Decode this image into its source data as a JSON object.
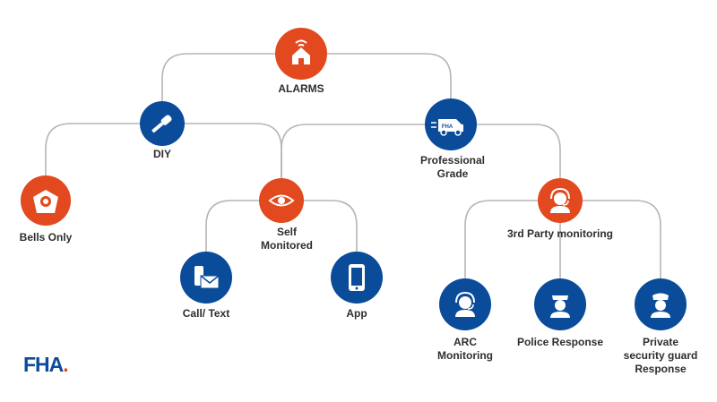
{
  "colors": {
    "orange": "#e2491e",
    "blue": "#0a4b9a",
    "line": "#b5b5b5"
  },
  "nodes": {
    "alarms": {
      "label": "ALARMS",
      "color": "orange",
      "icon": "house-wifi-icon"
    },
    "diy": {
      "label": "DIY",
      "color": "blue",
      "icon": "screwdriver-icon"
    },
    "professional": {
      "label": "Professional\nGrade",
      "color": "blue",
      "icon": "van-icon",
      "van_text": "FHA"
    },
    "bells_only": {
      "label": "Bells Only",
      "color": "orange",
      "icon": "bell-box-icon"
    },
    "self_monitored": {
      "label": "Self\nMonitored",
      "color": "orange",
      "icon": "eye-icon"
    },
    "third_party": {
      "label": "3rd Party monitoring",
      "color": "orange",
      "icon": "headset-operator-icon"
    },
    "call_text": {
      "label": "Call/ Text",
      "color": "blue",
      "icon": "phone-envelope-icon"
    },
    "app": {
      "label": "App",
      "color": "blue",
      "icon": "smartphone-icon"
    },
    "arc": {
      "label": "ARC\nMonitoring",
      "color": "blue",
      "icon": "headset-operator-icon"
    },
    "police": {
      "label": "Police Response",
      "color": "blue",
      "icon": "police-officer-icon"
    },
    "private_guard": {
      "label": "Private\nsecurity guard\nResponse",
      "color": "blue",
      "icon": "security-guard-icon"
    }
  },
  "edges": [
    [
      "alarms",
      "diy"
    ],
    [
      "alarms",
      "professional"
    ],
    [
      "diy",
      "bells_only"
    ],
    [
      "diy",
      "self_monitored"
    ],
    [
      "professional",
      "self_monitored"
    ],
    [
      "professional",
      "third_party"
    ],
    [
      "self_monitored",
      "call_text"
    ],
    [
      "self_monitored",
      "app"
    ],
    [
      "third_party",
      "arc"
    ],
    [
      "third_party",
      "police"
    ],
    [
      "third_party",
      "private_guard"
    ]
  ],
  "logo": {
    "text": "FHA",
    "dot": "."
  }
}
